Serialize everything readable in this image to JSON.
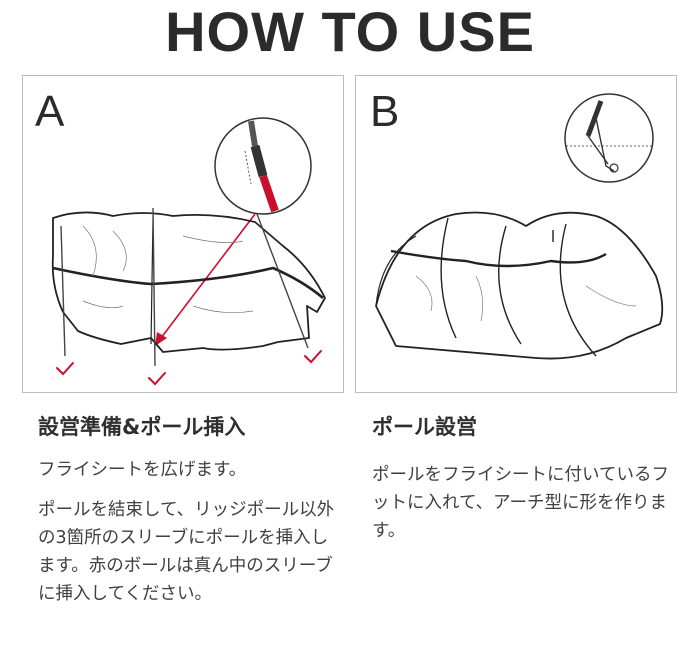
{
  "title": "HOW TO USE",
  "steps": [
    {
      "letter": "A",
      "heading": "設営準備&ポール挿入",
      "paragraphs": [
        "フライシートを広げます。",
        "ポールを結束して、リッジポール以外の3箇所のスリーブにポールを挿入します。赤のボールは真ん中のスリーブに挿入してください。"
      ]
    },
    {
      "letter": "B",
      "heading": "ポール設営",
      "paragraphs": [
        "ポールをフライシートに付いているフットに入れて、アーチ型に形を作ります。"
      ]
    }
  ],
  "colors": {
    "accent_red": "#c8102e",
    "text": "#404040"
  }
}
